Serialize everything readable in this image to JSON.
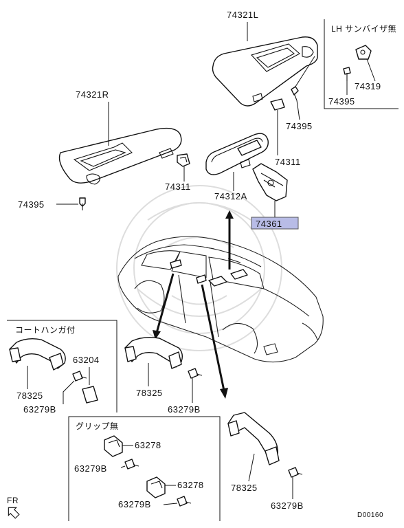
{
  "diagram": {
    "code": "D00160",
    "direction_label": "FR",
    "accent_color": "#b8bce6",
    "sections": {
      "no_sunvisor_lh": "LH サンバイザ無",
      "coat_hanger": "コートハンガ付",
      "no_grip": "グリップ無"
    },
    "parts": {
      "visor_left": "74321L",
      "visor_right": "74321R",
      "holder_left": "74311",
      "holder_right": "74311",
      "screw_right": "74395",
      "screw_left": "74395",
      "screw_box": "74395",
      "hook_box": "74319",
      "mirror": "74312A",
      "mirror_cover": "74361",
      "grip_hanger": "78325",
      "hanger": "63204",
      "bolt_hanger": "63279B",
      "grip_front": "78325",
      "bolt_front": "63279B",
      "grip_rear": "78325",
      "bolt_rear": "63279B",
      "cap_1": "63278",
      "bolt_cap_1": "63279B",
      "cap_2": "63278",
      "bolt_cap_2": "63279B"
    }
  }
}
